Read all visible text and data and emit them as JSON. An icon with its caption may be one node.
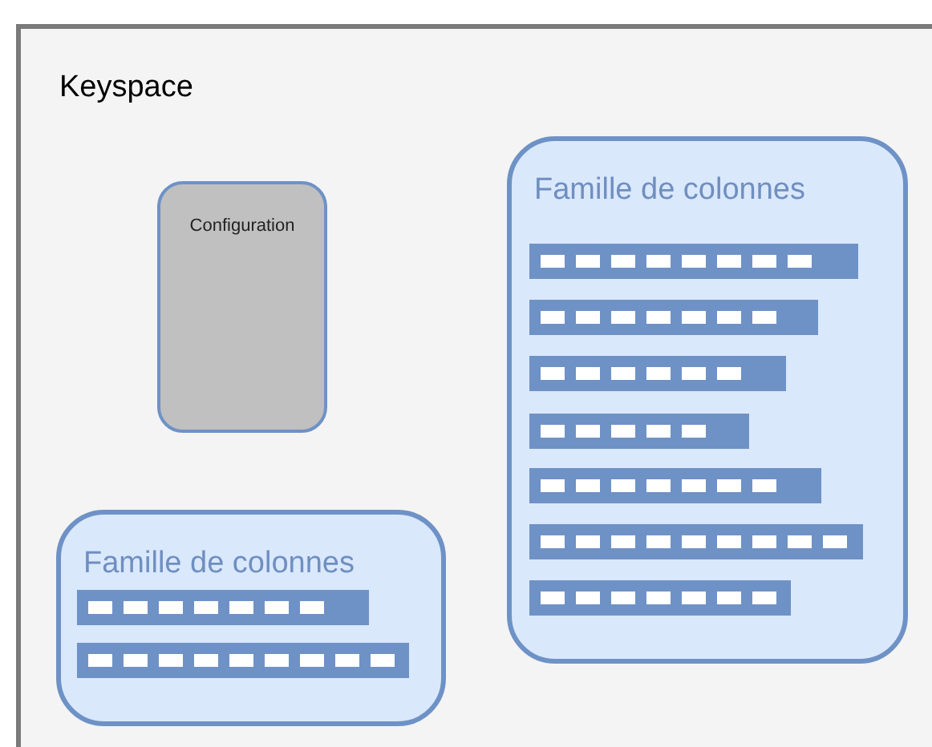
{
  "diagram": {
    "nodes": [
      {
        "text": [
          "Keyspace"
        ]
      },
      {
        "text": [
          "Configuration"
        ],
        "in": 0
      },
      {
        "text": [
          "Famille de colonnes"
        ],
        "in": 0
      },
      {
        "text": [],
        "shape": "bar",
        "in": 2
      },
      {
        "text": [],
        "shape": "bar",
        "in": 2
      },
      {
        "text": [],
        "shape": "bar",
        "in": 2
      },
      {
        "text": [],
        "shape": "bar",
        "in": 2
      },
      {
        "text": [],
        "shape": "bar",
        "in": 2
      },
      {
        "text": [],
        "shape": "bar",
        "in": 2
      },
      {
        "text": [],
        "shape": "bar",
        "in": 2
      },
      {
        "text": [
          "Famille de colonnes"
        ],
        "in": 0
      },
      {
        "text": [],
        "shape": "bar",
        "in": 10
      },
      {
        "text": [],
        "shape": "bar",
        "in": 10
      }
    ]
  }
}
